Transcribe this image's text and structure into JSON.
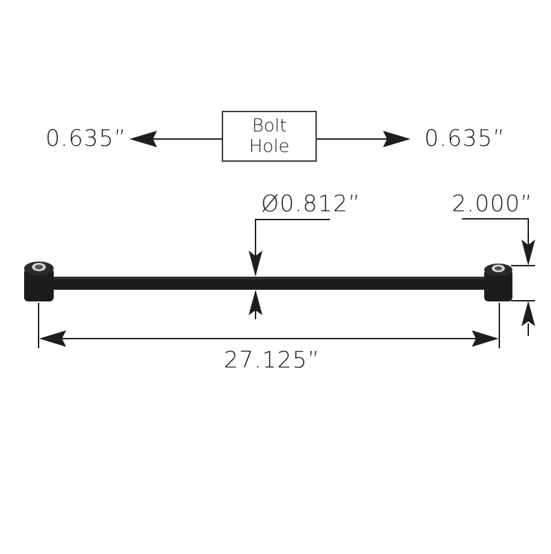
{
  "diagram": {
    "subject": "rod-with-bushings",
    "colors": {
      "part": "#1c1c1c",
      "part_highlight": "#3a3a3a",
      "bushing_insert": "#d8d8d8",
      "lines": "#1e1e1e",
      "background": "#ffffff"
    },
    "bolt_hole": {
      "line1": "Bolt",
      "line2": "Hole",
      "left_dimension": "0.635”",
      "right_dimension": "0.635”"
    },
    "dimensions": {
      "rod_diameter": "Ø0.812”",
      "bushing_width": "2.000”",
      "overall_length": "27.125”"
    }
  }
}
